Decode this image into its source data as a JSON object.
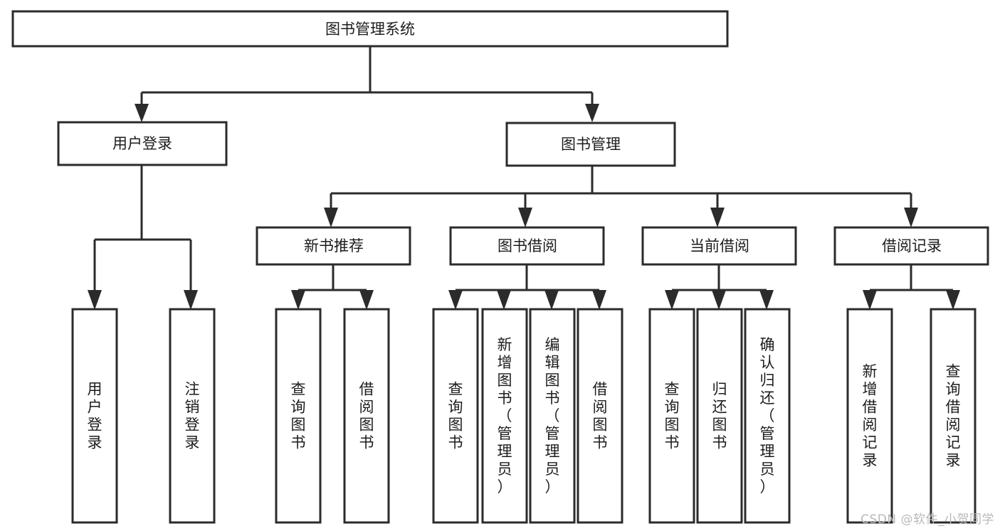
{
  "diagram": {
    "type": "tree",
    "title": "图书管理系统",
    "watermark": "CSDN @软件_小贺同学",
    "colors": {
      "background": "#ffffff",
      "box_fill": "#ffffff",
      "box_stroke": "#2b2b2b",
      "text": "#1c1c1c",
      "watermark": "#b9b9b9"
    },
    "nodes": {
      "root": {
        "label": "图书管理系统",
        "orientation": "horizontal"
      },
      "level1": [
        {
          "id": "user-login",
          "label": "用户登录",
          "orientation": "horizontal"
        },
        {
          "id": "book-manage",
          "label": "图书管理",
          "orientation": "horizontal"
        }
      ],
      "level2": [
        {
          "id": "new-book-recommend",
          "label": "新书推荐",
          "orientation": "horizontal",
          "parent": "book-manage"
        },
        {
          "id": "book-borrow",
          "label": "图书借阅",
          "orientation": "horizontal",
          "parent": "book-manage"
        },
        {
          "id": "current-borrow",
          "label": "当前借阅",
          "orientation": "horizontal",
          "parent": "book-manage"
        },
        {
          "id": "borrow-record",
          "label": "借阅记录",
          "orientation": "horizontal",
          "parent": "book-manage"
        }
      ],
      "leaves": [
        {
          "id": "leaf-user-login",
          "label": "用户登录",
          "orientation": "vertical",
          "parent": "user-login"
        },
        {
          "id": "leaf-user-logout",
          "label": "注销登录",
          "orientation": "vertical",
          "parent": "user-login"
        },
        {
          "id": "leaf-query-book-1",
          "label": "查询图书",
          "orientation": "vertical",
          "parent": "new-book-recommend"
        },
        {
          "id": "leaf-borrow-book-1",
          "label": "借阅图书",
          "orientation": "vertical",
          "parent": "new-book-recommend"
        },
        {
          "id": "leaf-query-book-2",
          "label": "查询图书",
          "orientation": "vertical",
          "parent": "book-borrow"
        },
        {
          "id": "leaf-add-book",
          "label": "新增图书（管理员）",
          "orientation": "vertical",
          "parent": "book-borrow"
        },
        {
          "id": "leaf-edit-book",
          "label": "编辑图书（管理员）",
          "orientation": "vertical",
          "parent": "book-borrow"
        },
        {
          "id": "leaf-borrow-book-2",
          "label": "借阅图书",
          "orientation": "vertical",
          "parent": "book-borrow"
        },
        {
          "id": "leaf-query-book-3",
          "label": "查询图书",
          "orientation": "vertical",
          "parent": "current-borrow"
        },
        {
          "id": "leaf-return-book",
          "label": "归还图书",
          "orientation": "vertical",
          "parent": "current-borrow"
        },
        {
          "id": "leaf-confirm-return",
          "label": "确认归还（管理员）",
          "orientation": "vertical",
          "parent": "current-borrow"
        },
        {
          "id": "leaf-add-record",
          "label": "新增借阅记录",
          "orientation": "vertical",
          "parent": "borrow-record"
        },
        {
          "id": "leaf-query-record",
          "label": "查询借阅记录",
          "orientation": "vertical",
          "parent": "borrow-record"
        }
      ]
    }
  }
}
